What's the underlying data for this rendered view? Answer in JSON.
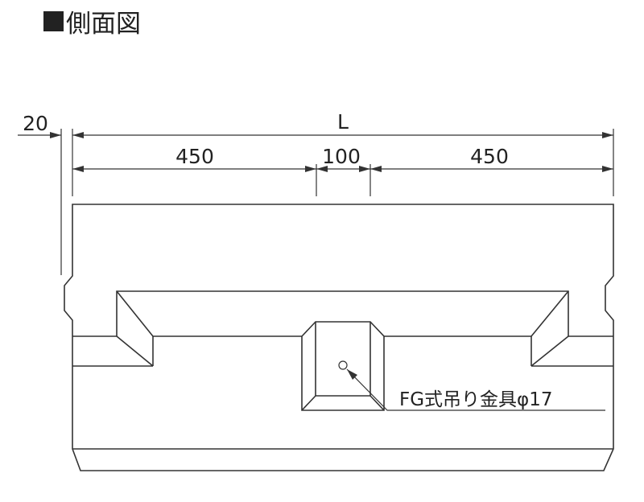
{
  "title": {
    "marker": "■",
    "text": "側面図"
  },
  "dimensions": {
    "offset": "20",
    "overall": "L",
    "left_segment": "450",
    "center_segment": "100",
    "right_segment": "450"
  },
  "callout": {
    "text": "FG式吊り金具φ17"
  },
  "colors": {
    "line": "#333333",
    "text": "#222222",
    "background": "#ffffff"
  }
}
